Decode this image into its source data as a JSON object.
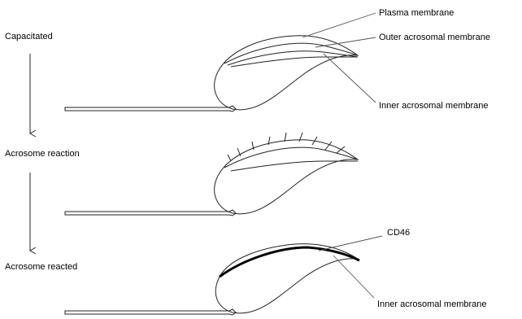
{
  "stages": {
    "capacitated": "Capacitated",
    "acrosome_reaction": "Acrosome reaction",
    "acrosome_reacted": "Acrosome reacted"
  },
  "labels": {
    "plasma_membrane": "Plasma membrane",
    "outer_acrosomal_membrane": "Outer acrosomal membrane",
    "inner_acrosomal_membrane_top": "Inner acrosomal membrane",
    "cd46": "CD46",
    "inner_acrosomal_membrane_bottom": "Inner acrosomal membrane"
  }
}
